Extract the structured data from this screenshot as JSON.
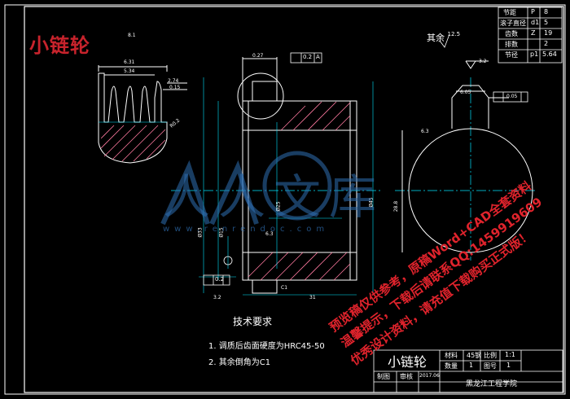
{
  "header": {
    "part_title": "小链轮",
    "roughness_note": "其余",
    "roughness_value": "12.5"
  },
  "param_table": {
    "rows": [
      {
        "name": "节距",
        "sym": "P",
        "val": "8"
      },
      {
        "name": "滚子直径",
        "sym": "d1",
        "val": "5"
      },
      {
        "name": "齿数",
        "sym": "Z",
        "val": "19"
      },
      {
        "name": "排数",
        "sym": "",
        "val": "2"
      },
      {
        "name": "节径",
        "sym": "p1",
        "val": "5.64"
      }
    ]
  },
  "tech_requirements": {
    "heading": "技术要求",
    "items": [
      "1. 调质后齿面硬度为HRC45-50",
      "2. 其余倒角为C1"
    ]
  },
  "title_block": {
    "name": "小链轮",
    "material_label": "材料",
    "material": "45钢",
    "scale_label": "比例",
    "scale": "1:1",
    "qty_label": "数量",
    "qty": "1",
    "drawing_no_label": "图号",
    "drawing_no": "1",
    "drawn_label": "制图",
    "drawn_by": "",
    "checked_label": "审核",
    "date": "2017.06",
    "school": "黑龙江工程学院"
  },
  "dimensions": {
    "d_top1": "0.27",
    "tol_pos": "0.2",
    "tol_datum": "A",
    "d_left1": "6.31",
    "d_left2": "5.34",
    "d_left3": "2.74",
    "d_left4": "0.15",
    "d_r": "R0.2",
    "d_left5": "8.1",
    "d_c": "C1",
    "d_right1": "3.2",
    "d_key": "6.05",
    "d_right2": "0.05",
    "d_right3": "6.3",
    "d_right4": "28.8",
    "d_bottom": "31",
    "d_mid": "6.3",
    "d_dia1": "Ø45",
    "d_dia2": "Ø25",
    "d_dia3": "Ø33",
    "tol_bottom": "0.2",
    "rough_bottom": "3.2",
    "d_bore": "Ø15"
  },
  "watermark": {
    "brand": "人人文库",
    "url": "www.renrendoc.com",
    "lines": [
      "预览稿仅供参考，原稿Word+CAD全套资料",
      "温馨提示，下载后请联系QQ:1459919609",
      "优秀设计资料，请充值下载购买正式版！"
    ]
  }
}
